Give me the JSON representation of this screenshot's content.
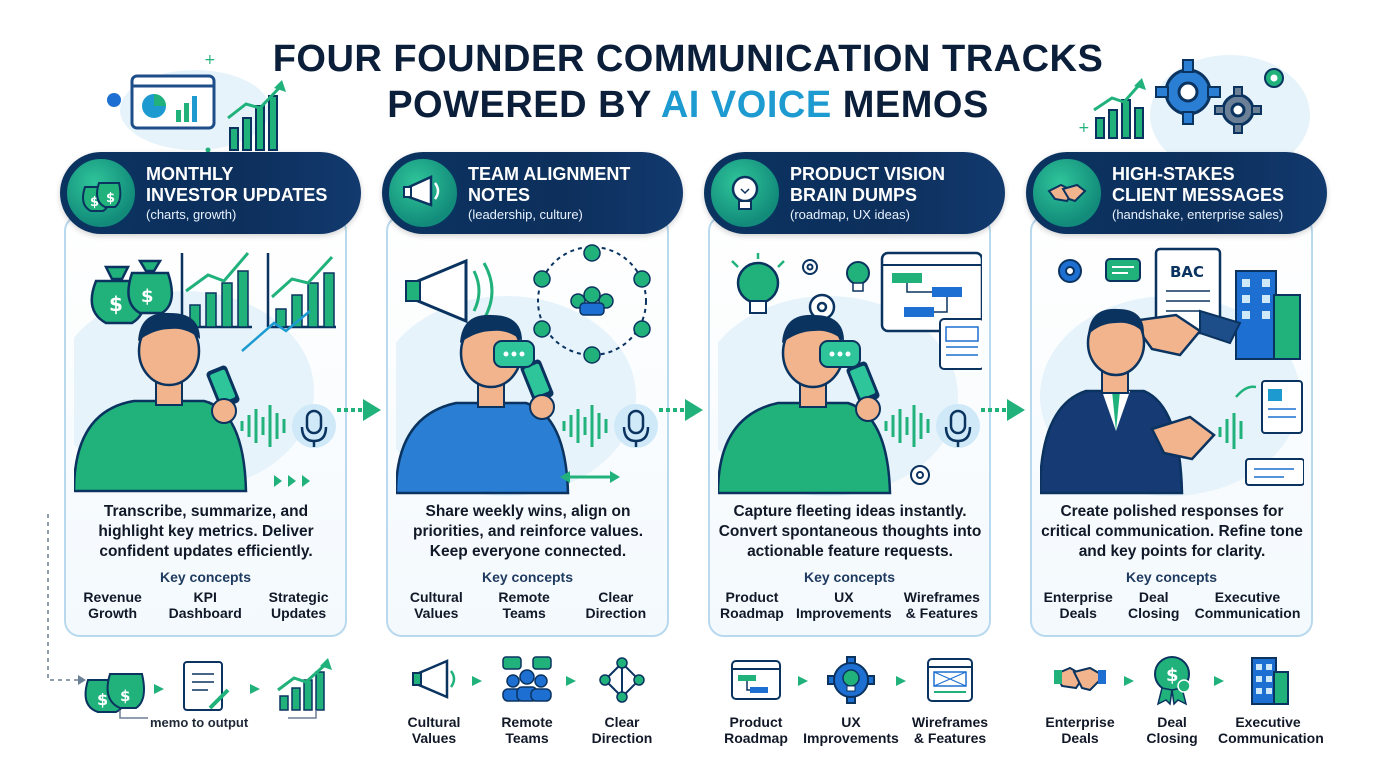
{
  "title": {
    "line1": "FOUR FOUNDER COMMUNICATION TRACKS",
    "line2_prefix": "POWERED BY ",
    "line2_accent": "AI VOICE",
    "line2_suffix": " MEMOS"
  },
  "colors": {
    "navy": "#0b3360",
    "green": "#21b27c",
    "blue": "#1d9bd1",
    "teal": "#128b7a"
  },
  "cards": [
    {
      "title1": "MONTHLY",
      "title2": "INVESTOR UPDATES",
      "subtitle": "(charts, growth)",
      "icon": "money-bags-icon",
      "body": "Transcribe, summarize, and highlight key metrics. Deliver confident updates efficiently.",
      "key_label": "Key concepts",
      "concepts": [
        "Revenue\nGrowth",
        "KPI\nDashboard",
        "Strategic\nUpdates"
      ]
    },
    {
      "title1": "TEAM ALIGNMENT",
      "title2": "NOTES",
      "subtitle": "(leadership, culture)",
      "icon": "megaphone-icon",
      "body": "Share weekly wins, align on priorities, and reinforce values. Keep everyone connected.",
      "key_label": "Key concepts",
      "concepts": [
        "Cultural\nValues",
        "Remote\nTeams",
        "Clear\nDirection"
      ]
    },
    {
      "title1": "PRODUCT VISION",
      "title2": "BRAIN DUMPS",
      "subtitle": "(roadmap, UX ideas)",
      "icon": "lightbulb-icon",
      "body": "Capture fleeting ideas instantly. Convert spontaneous thoughts into actionable feature requests.",
      "key_label": "Key concepts",
      "concepts": [
        "Product\nRoadmap",
        "UX\nImprovements",
        "Wireframes\n& Features"
      ]
    },
    {
      "title1": "HIGH-STAKES",
      "title2": "CLIENT MESSAGES",
      "subtitle": "(handshake, enterprise sales)",
      "icon": "handshake-icon",
      "body": "Create polished responses for critical communication. Refine tone and key points for clarity.",
      "key_label": "Key concepts",
      "concepts": [
        "Enterprise\nDeals",
        "Deal\nClosing",
        "Executive\nCommunication"
      ]
    }
  ],
  "bottom": {
    "memo_label": "memo to output",
    "track2": [
      "Cultural\nValues",
      "Remote\nTeams",
      "Clear\nDirection"
    ],
    "track3": [
      "Product\nRoadmap",
      "UX\nImprovements",
      "Wireframes\n& Features"
    ],
    "track4": [
      "Enterprise\nDeals",
      "Deal\nClosing",
      "Executive\nCommunication"
    ]
  },
  "illustration_text": {
    "document_label": "BAC"
  }
}
